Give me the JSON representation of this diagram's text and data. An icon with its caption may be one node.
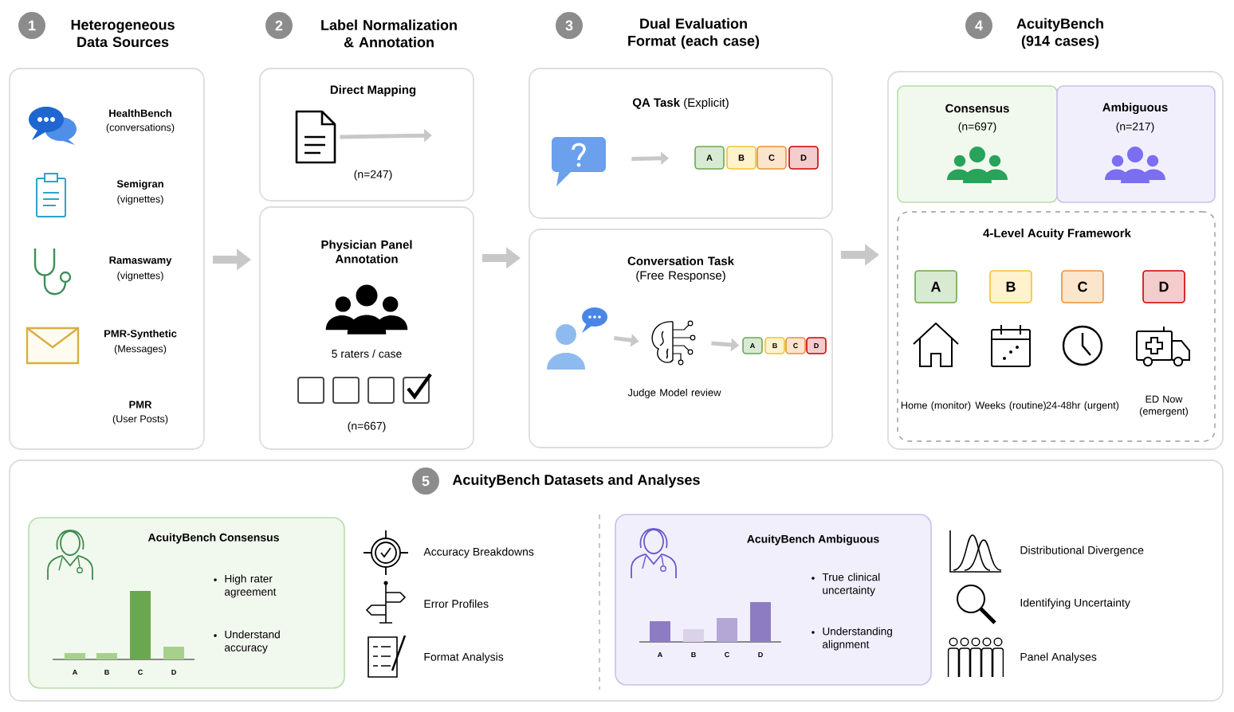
{
  "diagram": {
    "nodes": [
      {
        "text": [
          "1"
        ],
        "beside": [
          "Heterogeneous Data Sources"
        ]
      },
      {
        "text": [
          "HealthBench",
          "(conversations)",
          "Semigran",
          "(vignettes)",
          "Ramaswamy",
          "(vignettes)",
          "PMR-Synthetic",
          "(Messages)",
          "PMR",
          "(User Posts)"
        ]
      },
      {
        "text": [
          "2"
        ],
        "beside": [
          "Label Normalization & Annotation"
        ]
      },
      {
        "text": [
          "Direct Mapping",
          "(n=247)"
        ]
      },
      {
        "text": [],
        "shape": "document",
        "in": 3
      },
      {
        "text": [
          "Physician Panel Annotation",
          "5 raters / case",
          "(n=667)"
        ]
      },
      {
        "text": [
          "3"
        ],
        "beside": [
          "Dual Evaluation Format (each case)"
        ]
      },
      {
        "text": [
          "**QA Task** (Explicit)"
        ]
      },
      {
        "text": [],
        "shape": "bubble",
        "in": 7
      },
      {
        "text": [
          "A"
        ],
        "in": 7
      },
      {
        "text": [
          "B"
        ],
        "in": 7
      },
      {
        "text": [
          "C"
        ],
        "in": 7
      },
      {
        "text": [
          "D"
        ],
        "in": 7
      },
      {
        "text": [
          "**Conversation Task** (Free Response)"
        ]
      },
      {
        "text": [],
        "shape": "person",
        "in": 13
      },
      {
        "text": [],
        "shape": "brain",
        "in": 13,
        "beside": [
          "Judge Model review"
        ]
      },
      {
        "text": [
          "A"
        ],
        "in": 13
      },
      {
        "text": [
          "B"
        ],
        "in": 13
      },
      {
        "text": [
          "C"
        ],
        "in": 13
      },
      {
        "text": [
          "D"
        ],
        "in": 13
      },
      {
        "text": [
          "4"
        ],
        "beside": [
          "AcuityBench (914 cases)"
        ]
      },
      {
        "text": [],
        "shape": "box"
      },
      {
        "text": [
          "Consensus",
          "(n=697)"
        ],
        "in": 21
      },
      {
        "text": [
          "Ambiguous",
          "(n=217)"
        ],
        "in": 21
      },
      {
        "text": [
          "4-Level Acuity Framework"
        ],
        "in": 21
      },
      {
        "text": [
          "A"
        ],
        "in": 24
      },
      {
        "text": [
          "B"
        ],
        "in": 24
      },
      {
        "text": [
          "C"
        ],
        "in": 24
      },
      {
        "text": [
          "D"
        ],
        "in": 24
      },
      {
        "text": [
          "Accuracy Breakdowns",
          "Error Profiles",
          "Format Analysis",
          "Distributional Divergence",
          "Identifying Uncertainty",
          "Panel Analyses"
        ]
      },
      {
        "text": [
          "5"
        ],
        "in": 29,
        "beside": [
          "AcuityBench Datasets and Analyses"
        ]
      },
      {
        "text": [
          "AcuityBench Consensus",
          "High rater agreement",
          "Understand accuracy",
          "A",
          "B",
          "C",
          "D"
        ],
        "in": 29
      },
      {
        "text": [
          "AcuityBench Ambiguous",
          "True clinical uncertainty",
          "Understanding alignment",
          "A",
          "B",
          "C",
          "D"
        ],
        "in": 29
      }
    ],
    "edges": [
      {
        "from": 1,
        "to": 5,
        "arrow": "to",
        "style": "thick"
      },
      {
        "from": 5,
        "to": 13,
        "arrow": "to",
        "style": "thick"
      },
      {
        "from": 13,
        "to": 21,
        "arrow": "to",
        "style": "thick"
      },
      {
        "from": 4,
        "to": null,
        "arrow": "to"
      },
      {
        "from": 8,
        "to": 9,
        "arrow": "to"
      },
      {
        "from": 14,
        "to": 15,
        "arrow": "to"
      },
      {
        "from": 15,
        "to": 16,
        "arrow": "to"
      }
    ],
    "labels": [
      "Home (monitor)",
      "Weeks (routine)",
      "24-48hr (urgent)",
      "ED Now (emergent)"
    ]
  }
}
